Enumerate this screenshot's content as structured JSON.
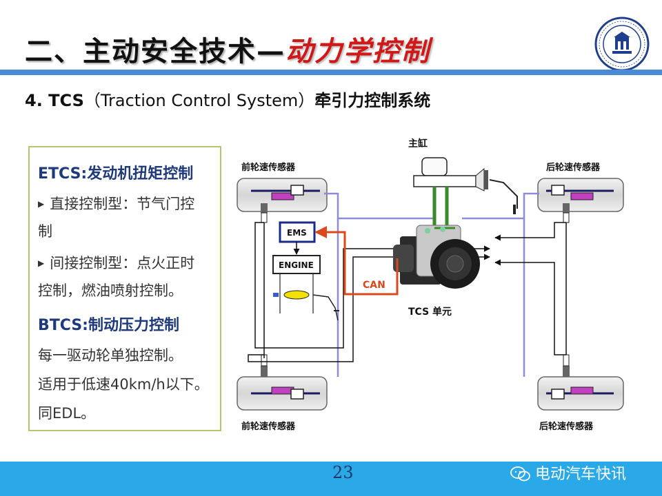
{
  "header": {
    "title_main": "二、主动安全技术—",
    "title_accent": "动力学控制",
    "subtitle_prefix": "4. TCS",
    "subtitle_paren": "（Traction Control System）",
    "subtitle_cn": "牵引力控制系统"
  },
  "left_panel": {
    "etcs_heading": "ETCS:发动机扭矩控制",
    "etcs_item1_a": "直接控制型：节气门控",
    "etcs_item1_b": "制",
    "etcs_item2_a": "间接控制型：点火正时",
    "etcs_item2_b": "控制，燃油喷射控制。",
    "btcs_heading": "BTCS:制动压力控制",
    "btcs_line1": "每一驱动轮单独控制。",
    "btcs_line2": "适用于低速40km/h以下。",
    "btcs_line3": "同EDL。"
  },
  "diagram": {
    "master_cylinder": "主缸",
    "front_sensor_top": "前轮速传感器",
    "rear_sensor_top": "后轮速传感器",
    "front_sensor_bottom": "前轮速传感器",
    "rear_sensor_bottom": "后轮速传感器",
    "ems": "EMS",
    "engine": "ENGINE",
    "can": "CAN",
    "tcs_unit": "TCS 单元"
  },
  "footer": {
    "page_number": "23",
    "brand": "电动汽车快讯"
  },
  "colors": {
    "title_bar": "#4a8bd6",
    "footer_bar": "#2aa8e8",
    "accent_red": "#d01818",
    "panel_border": "#b5c46f",
    "heading_blue": "#1e3a7a",
    "sensor_line": "#8c8cd8",
    "brake_green": "#3a8a2a",
    "can_red": "#d84a1e"
  },
  "logo": {
    "icon": "university-seal-icon"
  }
}
